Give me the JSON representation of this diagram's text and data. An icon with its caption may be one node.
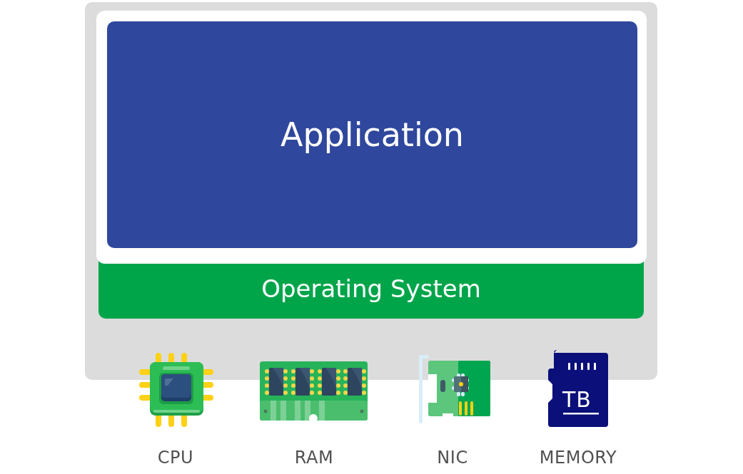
{
  "diagram": {
    "nodes": [
      {
        "text": [],
        "shape": "box"
      },
      {
        "text": [],
        "shape": "box",
        "in": 0
      },
      {
        "text": [
          "Application"
        ],
        "in": 1
      },
      {
        "text": [
          "Operating System"
        ],
        "in": 0
      }
    ],
    "labels": [
      "TB",
      "CPU",
      "RAM",
      "NIC",
      "MEMORY"
    ]
  }
}
